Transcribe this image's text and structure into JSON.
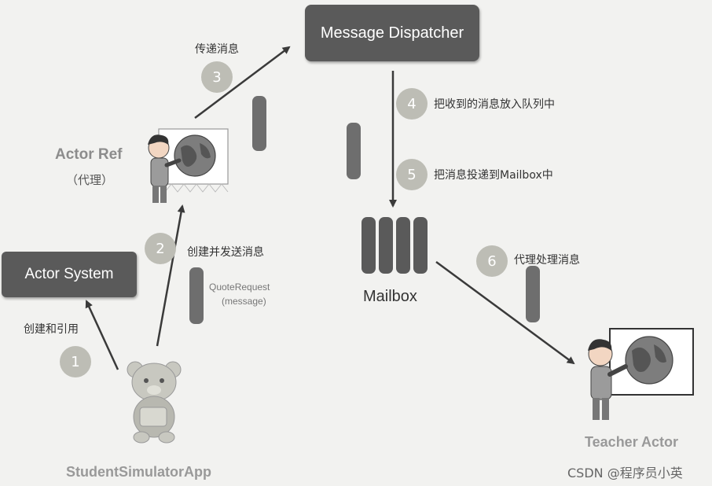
{
  "nodes": {
    "message_dispatcher": "Message Dispatcher",
    "actor_system": "Actor System",
    "actor_ref": "Actor Ref",
    "actor_ref_cn": "（代理）",
    "mailbox": "Mailbox",
    "teacher_actor": "Teacher Actor",
    "student_app": "StudentSimulatorApp"
  },
  "steps": [
    {
      "num": "1",
      "label": "创建和引用"
    },
    {
      "num": "2",
      "label": "创建并发送消息"
    },
    {
      "num": "3",
      "label": "传递消息"
    },
    {
      "num": "4",
      "label": "把收到的消息放入队列中"
    },
    {
      "num": "5",
      "label": "把消息投递到Mailbox中"
    },
    {
      "num": "6",
      "label": "代理处理消息"
    }
  ],
  "message_label": {
    "line1": "QuoteRequest",
    "line2": "(message)"
  },
  "watermark": "CSDN @程序员小英",
  "colors": {
    "box_dark": "#5a5a5a",
    "step_circle": "#bdbdb5",
    "pill": "#6e6e6e",
    "arrow": "#3a3a3a"
  }
}
